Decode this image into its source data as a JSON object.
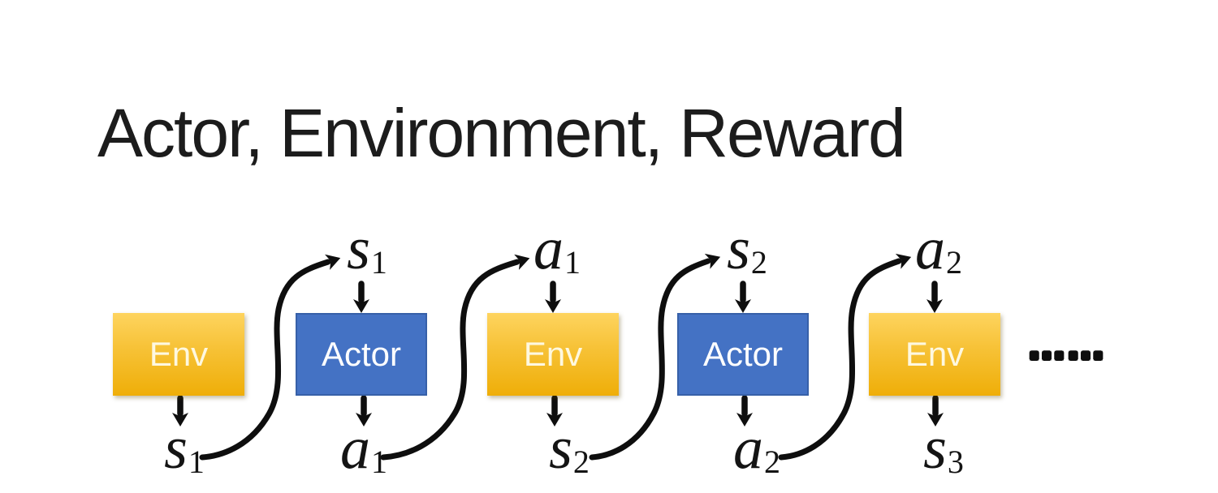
{
  "slide": {
    "title": "Actor, Environment, Reward",
    "ellipsis": "……"
  },
  "colors": {
    "background": "#FFFFFF",
    "title": "#1C1C1C",
    "label": "#141414",
    "arrow": "#0E0E0E",
    "env_fill_top": "#FED45F",
    "env_fill_bottom": "#EFAE08",
    "env_text": "#FEF8E0",
    "actor_fill": "#4472C4",
    "actor_border": "#3760A8",
    "actor_text": "#FFFFFF"
  },
  "diagram": {
    "boxes": [
      {
        "label": "Env",
        "type": "env"
      },
      {
        "label": "Actor",
        "type": "actor"
      },
      {
        "label": "Env",
        "type": "env"
      },
      {
        "label": "Actor",
        "type": "actor"
      },
      {
        "label": "Env",
        "type": "env"
      }
    ],
    "top_labels": [
      {
        "base": "s",
        "sub": "1"
      },
      {
        "base": "a",
        "sub": "1"
      },
      {
        "base": "s",
        "sub": "2"
      },
      {
        "base": "a",
        "sub": "2"
      }
    ],
    "bottom_labels": [
      {
        "base": "s",
        "sub": "1"
      },
      {
        "base": "a",
        "sub": "1"
      },
      {
        "base": "s",
        "sub": "2"
      },
      {
        "base": "a",
        "sub": "2"
      },
      {
        "base": "s",
        "sub": "3"
      }
    ]
  }
}
